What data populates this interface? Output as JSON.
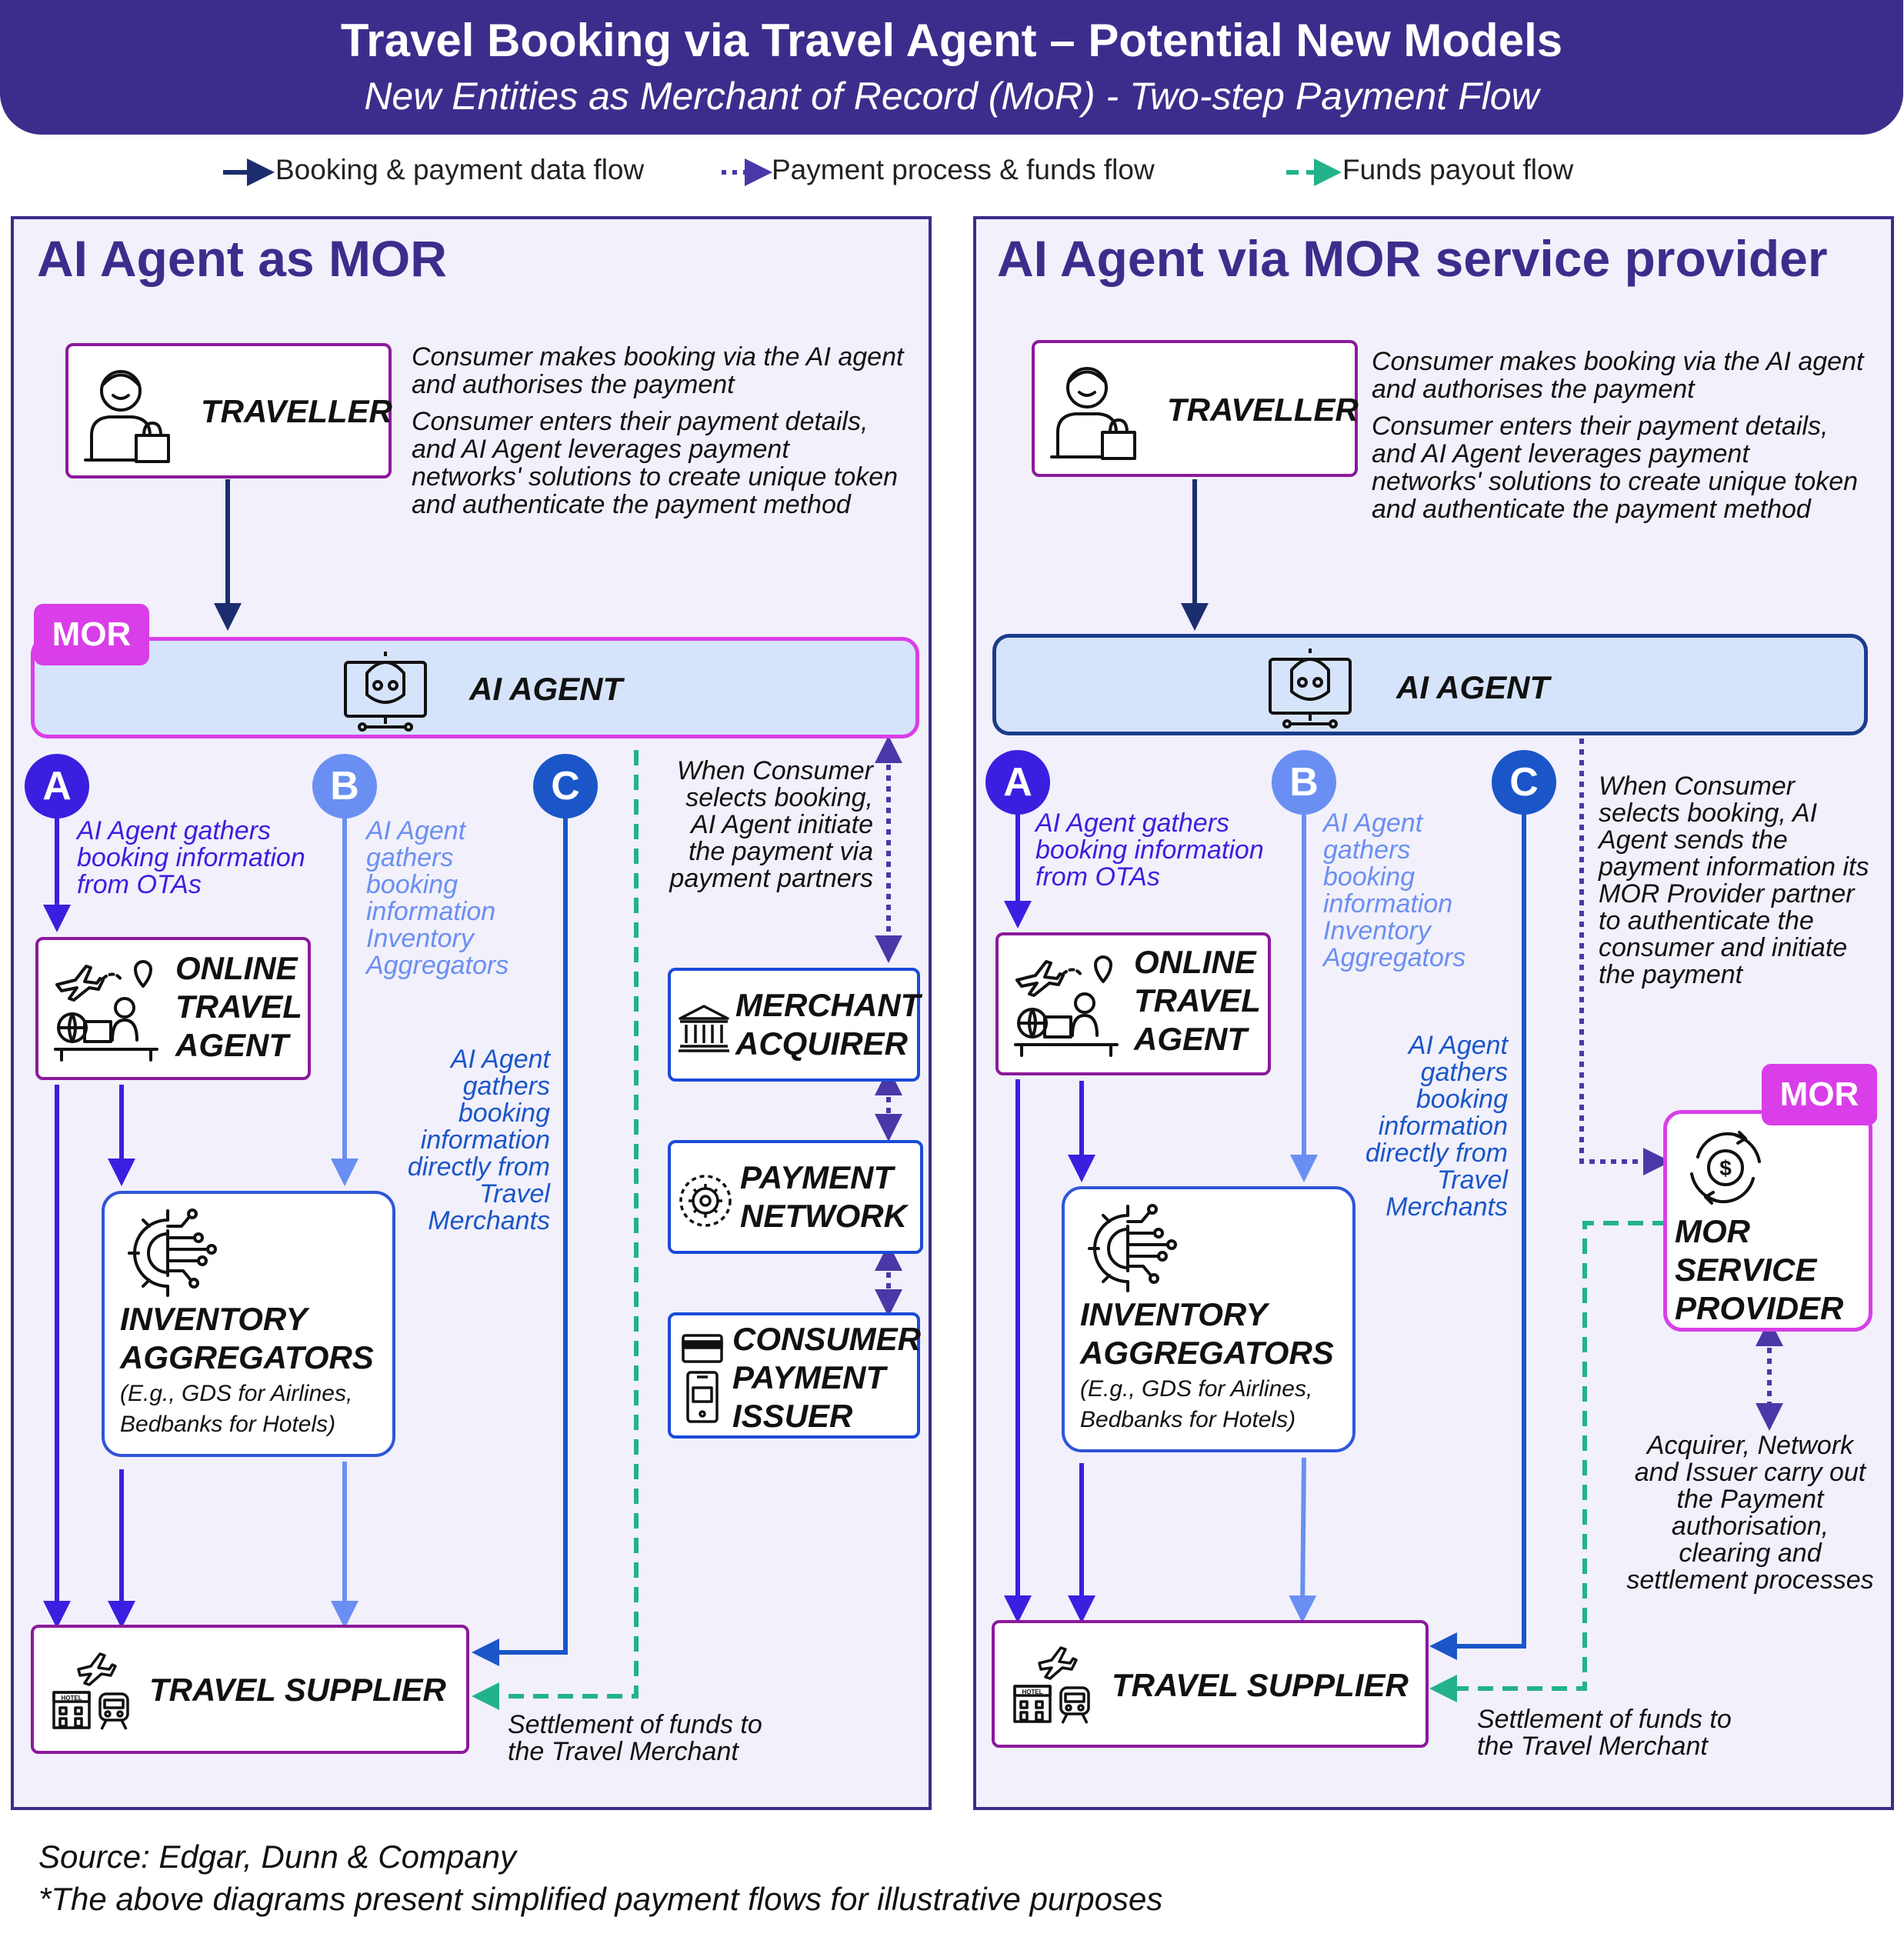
{
  "header": {
    "title": "Travel Booking via Travel Agent – Potential New Models",
    "subtitle": "New Entities as Merchant of Record (MoR) - Two-step Payment Flow"
  },
  "legend": {
    "booking": "Booking & payment data flow",
    "payment": "Payment process & funds flow",
    "payout": "Funds payout flow"
  },
  "colors": {
    "header_bg": "#3c2d8c",
    "panel_bg": "#f2f0fb",
    "panel_border": "#3c2d8c",
    "navy_flow": "#1c2d6e",
    "path_a": "#3a1fe0",
    "path_b": "#6a8ff2",
    "path_c": "#1a56c8",
    "payment_flow": "#4b38a8",
    "payout_flow": "#22b38a",
    "mor_magenta": "#d93ee8"
  },
  "left": {
    "title": "AI Agent as MOR",
    "traveller": "TRAVELLER",
    "desc1": "Consumer makes booking via the AI agent and authorises the payment",
    "desc2": "Consumer enters their payment details, and AI Agent leverages payment networks' solutions to create unique token and authenticate the payment method",
    "mor_tag": "MOR",
    "ai_agent": "AI AGENT",
    "a": "A",
    "b": "B",
    "c": "C",
    "note_a": "AI Agent gathers booking information from OTAs",
    "note_b": "AI Agent gathers booking information Inventory Aggregators",
    "note_c": "AI Agent gathers booking information directly from Travel Merchants",
    "note_pay": "When Consumer selects booking, AI Agent initiate the payment via payment partners",
    "ota_l1": "ONLINE",
    "ota_l2": "TRAVEL",
    "ota_l3": "AGENT",
    "inv_l1": "INVENTORY",
    "inv_l2": "AGGREGATORS",
    "inv_sub1": "(E.g., GDS for Airlines,",
    "inv_sub2": "Bedbanks for Hotels)",
    "acq_l1": "MERCHANT",
    "acq_l2": "ACQUIRER",
    "net_l1": "PAYMENT",
    "net_l2": "NETWORK",
    "iss_l1": "CONSUMER",
    "iss_l2": "PAYMENT",
    "iss_l3": "ISSUER",
    "supplier": "TRAVEL SUPPLIER",
    "settle": "Settlement of funds to the Travel Merchant",
    "hotel_sign": "HOTEL"
  },
  "right": {
    "title": "AI Agent via MOR service provider",
    "traveller": "TRAVELLER",
    "desc1": "Consumer makes booking via the AI agent and authorises the payment",
    "desc2": "Consumer enters their payment details, and AI Agent leverages payment networks' solutions to create unique token and authenticate the payment method",
    "ai_agent": "AI AGENT",
    "a": "A",
    "b": "B",
    "c": "C",
    "note_a": "AI Agent gathers booking information from OTAs",
    "note_b": "AI Agent gathers booking information Inventory Aggregators",
    "note_c": "AI Agent gathers booking information directly from Travel Merchants",
    "note_pay": "When Consumer selects booking, AI Agent sends the payment information its MOR Provider partner to authenticate the consumer and initiate the payment",
    "ota_l1": "ONLINE",
    "ota_l2": "TRAVEL",
    "ota_l3": "AGENT",
    "inv_l1": "INVENTORY",
    "inv_l2": "AGGREGATORS",
    "inv_sub1": "(E.g., GDS for Airlines,",
    "inv_sub2": "Bedbanks for Hotels)",
    "mor_tag": "MOR",
    "mor_l1": "MOR",
    "mor_l2": "SERVICE",
    "mor_l3": "PROVIDER",
    "note_acq": "Acquirer, Network and Issuer carry out the Payment authorisation, clearing and settlement processes",
    "supplier": "TRAVEL SUPPLIER",
    "settle": "Settlement of funds to the Travel Merchant",
    "hotel_sign": "HOTEL",
    "dollar": "$"
  },
  "footer": {
    "source": "Source: Edgar, Dunn & Company",
    "disclaimer": "*The above diagrams present simplified payment flows for illustrative purposes"
  }
}
